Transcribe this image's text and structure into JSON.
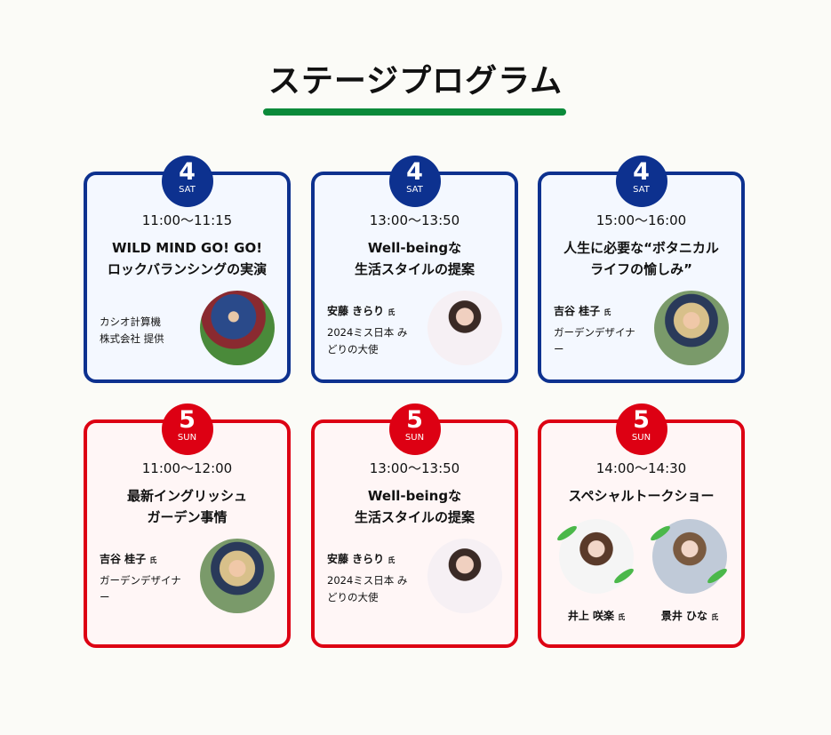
{
  "page_title": "ステージプログラム",
  "cards": [
    {
      "day": "4",
      "dow": "SAT",
      "time": "11:00〜11:15",
      "title1": "WILD MIND GO! GO!",
      "title2": "ロックバランシングの実演",
      "speaker": "",
      "speaker_line1": "カシオ計算機",
      "speaker_line2": "株式会社 提供"
    },
    {
      "day": "4",
      "dow": "SAT",
      "time": "13:00〜13:50",
      "title1": "Well-beingな",
      "title2": "生活スタイルの提案",
      "speaker": "安藤 きらり",
      "suffix": "氏",
      "role": "2024ミス日本 みどりの大使"
    },
    {
      "day": "4",
      "dow": "SAT",
      "time": "15:00〜16:00",
      "title1": "人生に必要な“ボタニカル",
      "title2": "ライフの愉しみ”",
      "speaker": "吉谷 桂子",
      "suffix": "氏",
      "role": "ガーデンデザイナー"
    },
    {
      "day": "5",
      "dow": "SUN",
      "time": "11:00〜12:00",
      "title1": "最新イングリッシュ",
      "title2": "ガーデン事情",
      "speaker": "吉谷 桂子",
      "suffix": "氏",
      "role": "ガーデンデザイナー"
    },
    {
      "day": "5",
      "dow": "SUN",
      "time": "13:00〜13:50",
      "title1": "Well-beingな",
      "title2": "生活スタイルの提案",
      "speaker": "安藤 きらり",
      "suffix": "氏",
      "role": "2024ミス日本 みどりの大使"
    },
    {
      "day": "5",
      "dow": "SUN",
      "time": "14:00〜14:30",
      "title1": "スペシャルトークショー",
      "speakers": [
        {
          "name": "井上 咲楽",
          "suffix": "氏"
        },
        {
          "name": "景井 ひな",
          "suffix": "氏"
        }
      ]
    }
  ],
  "colors": {
    "sat": "#0d318f",
    "sun": "#dd0013",
    "accent": "#0b8a3a"
  }
}
